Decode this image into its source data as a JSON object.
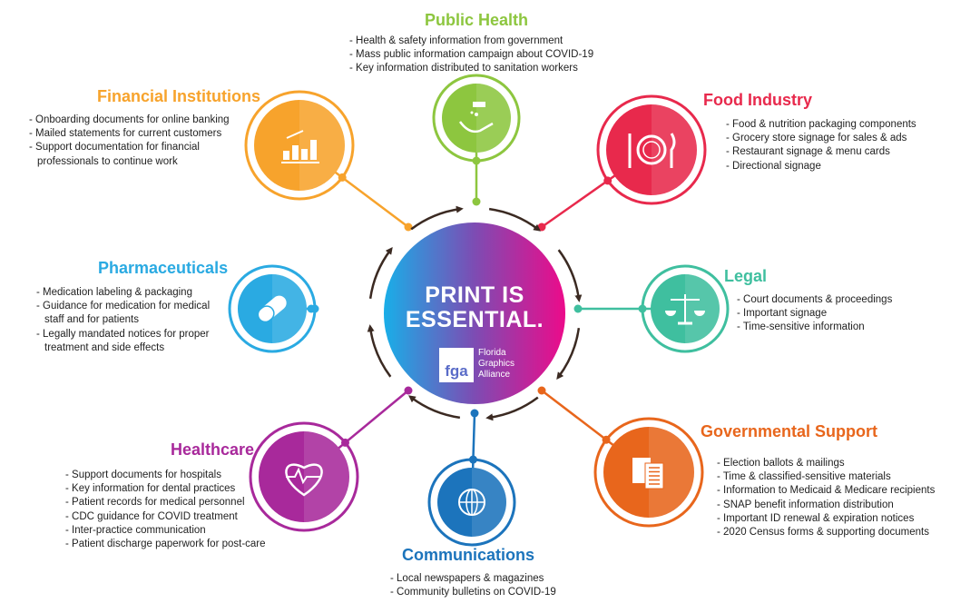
{
  "center": {
    "title_line1": "PRINT IS",
    "title_line2": "ESSENTIAL.",
    "logo_mark": "fga",
    "logo_line1": "Florida",
    "logo_line2": "Graphics",
    "logo_line3": "Alliance",
    "gradient": [
      "#19aee8",
      "#7d4cb3",
      "#ec0b8a"
    ]
  },
  "sectors": [
    {
      "id": "public-health",
      "title": "Public Health",
      "color": "#8dc63f",
      "icon": "hand-sanitizer-icon",
      "items": [
        "Health & safety information from government",
        "Mass public information campaign about COVID-19",
        "Key information distributed to sanitation workers"
      ]
    },
    {
      "id": "food-industry",
      "title": "Food Industry",
      "color": "#e8294c",
      "icon": "plate-fork-knife-icon",
      "items": [
        "Food & nutrition packaging components",
        "Grocery store signage for sales & ads",
        "Restaurant signage & menu cards",
        "Directional signage"
      ]
    },
    {
      "id": "legal",
      "title": "Legal",
      "color": "#3fbf9f",
      "icon": "scales-icon",
      "items": [
        "Court documents & proceedings",
        "Important signage",
        "Time-sensitive information"
      ]
    },
    {
      "id": "governmental-support",
      "title": "Governmental Support",
      "color": "#e8661c",
      "icon": "documents-icon",
      "items": [
        "Election ballots & mailings",
        "Time & classified-sensitive materials",
        "Information to Medicaid & Medicare recipients",
        "SNAP benefit information distribution",
        "Important ID renewal & expiration notices",
        "2020 Census forms & supporting documents"
      ]
    },
    {
      "id": "communications",
      "title": "Communications",
      "color": "#1c74bc",
      "icon": "globe-icon",
      "items": [
        "Local newspapers & magazines",
        "Community bulletins on COVID-19"
      ]
    },
    {
      "id": "healthcare",
      "title": "Healthcare",
      "color": "#a8299b",
      "icon": "heart-pulse-icon",
      "items": [
        "Support documents for hospitals",
        "Key information for dental practices",
        "Patient records for medical personnel",
        "CDC guidance for COVID treatment",
        "Inter-practice communication",
        "Patient discharge paperwork for post-care"
      ]
    },
    {
      "id": "pharmaceuticals",
      "title": "Pharmaceuticals",
      "color": "#2aaae2",
      "icon": "pill-icon",
      "items": [
        "Medication labeling & packaging",
        "Guidance for medication for medical staff and for patients",
        "Legally mandated notices for proper treatment and side effects"
      ]
    },
    {
      "id": "financial-institutions",
      "title": "Financial Institutions",
      "color": "#f7a32c",
      "icon": "bar-chart-icon",
      "items": [
        "Onboarding documents for online banking",
        "Mailed statements for current customers",
        "Support documentation for financial professionals to continue work"
      ]
    }
  ]
}
